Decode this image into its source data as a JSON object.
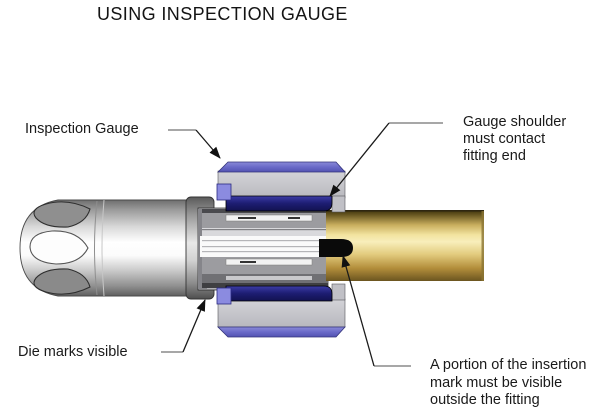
{
  "title": "USING INSPECTION GAUGE",
  "callouts": {
    "inspection_gauge": "Inspection Gauge",
    "gauge_shoulder": "Gauge shoulder\nmust contact\nfitting end",
    "die_marks": "Die marks visible",
    "insertion_mark": "A portion of the insertion\nmark must be visible\noutside the fitting"
  },
  "colors": {
    "gauge_blue_band": "#6a6ac8",
    "gauge_blue_square": "#8b8be0",
    "gauge_navy_recess": "#1d1d72",
    "gauge_gray": "#c6c6ca",
    "fitting_metal_light": "#ffffff",
    "fitting_metal_dark": "#666666",
    "tube_gold_highlight": "#f8eebb",
    "tube_gold_dark": "#6b5520",
    "insertion_mark_black": "#0a0a0a",
    "leader_line": "#1a1a1a"
  }
}
